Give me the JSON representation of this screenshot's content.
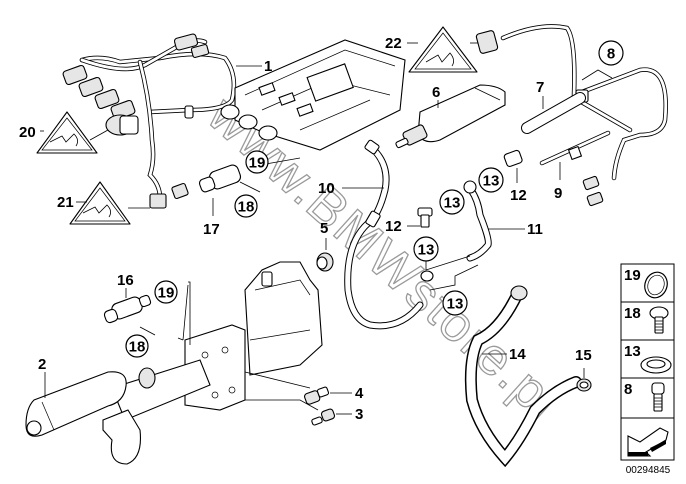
{
  "diagram": {
    "watermark": "www.BMWstore.pl",
    "diagram_code": "00294845",
    "callouts": {
      "c1": "1",
      "c2": "2",
      "c3": "3",
      "c4": "4",
      "c5": "5",
      "c6": "6",
      "c7": "7",
      "c8": "8",
      "c9": "9",
      "c10": "10",
      "c11": "11",
      "c12a": "12",
      "c12b": "12",
      "c13a": "13",
      "c13b": "13",
      "c13c": "13",
      "c13d": "13",
      "c14": "14",
      "c15": "15",
      "c16": "16",
      "c17": "17",
      "c18a": "18",
      "c18b": "18",
      "c19a": "19",
      "c19b": "19",
      "c20": "20",
      "c21": "21",
      "c22": "22"
    },
    "legend": [
      {
        "label": "19",
        "part": "o-ring"
      },
      {
        "label": "18",
        "part": "torx-bolt"
      },
      {
        "label": "13",
        "part": "seal-ring"
      },
      {
        "label": "8",
        "part": "socket-head-bolt"
      }
    ],
    "icons": {
      "warning": "connector-warning-triangle",
      "arrow": "orientation-arrow"
    }
  }
}
